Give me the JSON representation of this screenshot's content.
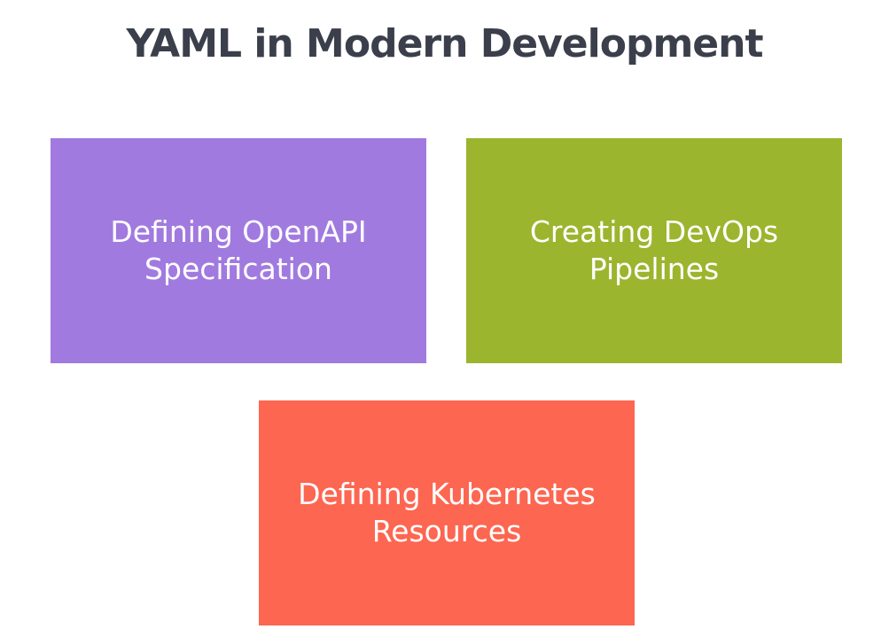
{
  "title": "YAML in Modern Development",
  "boxes": [
    {
      "id": "openapi",
      "label": "Defining OpenAPI\nSpecification",
      "color": "#a17ae0"
    },
    {
      "id": "devops",
      "label": "Creating DevOps\nPipelines",
      "color": "#9bb52e"
    },
    {
      "id": "kubernetes",
      "label": "Defining Kubernetes\nResources",
      "color": "#fd6651"
    }
  ]
}
